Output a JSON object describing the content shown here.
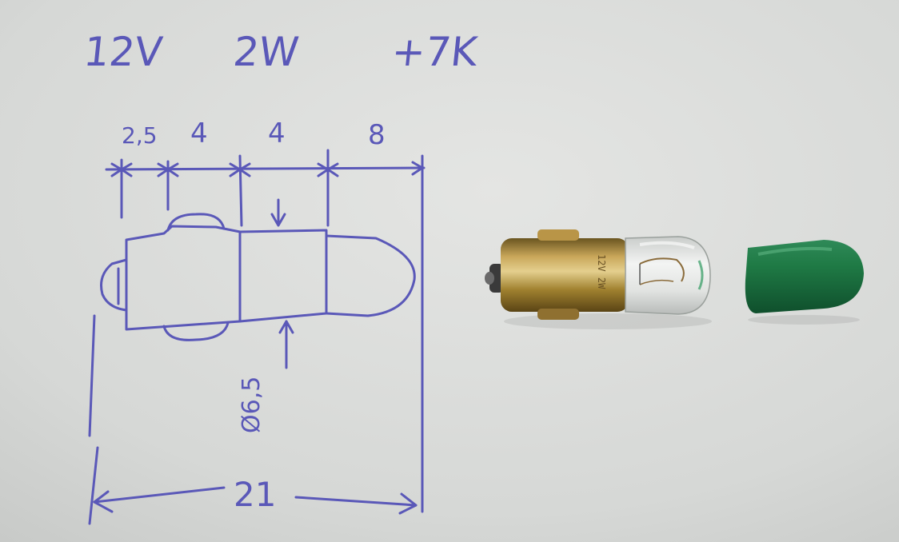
{
  "sketch": {
    "voltage": "12V",
    "power": "2W",
    "extra": "+7K",
    "dimensions": {
      "base_tip": "2,5",
      "base_length": "4",
      "neck_length": "4",
      "bulb_length": "8",
      "diameter": "Ø6,5",
      "total_length": "21"
    }
  },
  "ink_color": "#5a58b8",
  "paper_color": "#d9dbda"
}
